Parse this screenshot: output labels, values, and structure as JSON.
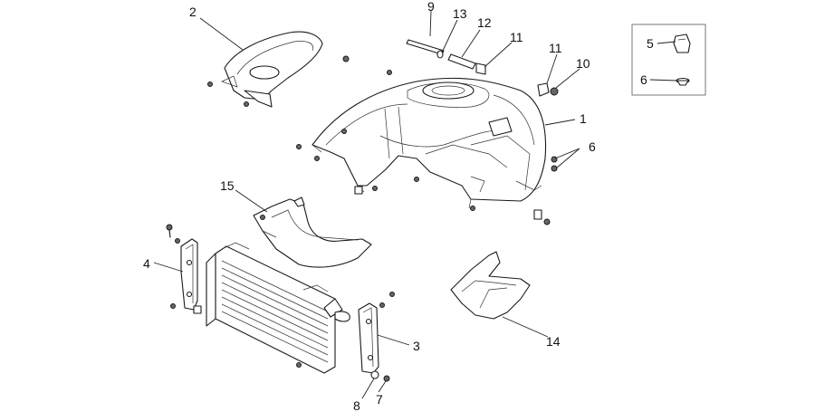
{
  "callouts": {
    "c1": "1",
    "c2": "2",
    "c3": "3",
    "c4": "4",
    "c5": "5",
    "c6a": "6",
    "c6b": "6",
    "c7": "7",
    "c8": "8",
    "c9": "9",
    "c10": "10",
    "c11a": "11",
    "c11b": "11",
    "c12": "12",
    "c13": "13",
    "c14": "14",
    "c15": "15"
  },
  "colors": {
    "line": "#1a1a1a",
    "inset_border": "#777777",
    "background": "#ffffff"
  }
}
